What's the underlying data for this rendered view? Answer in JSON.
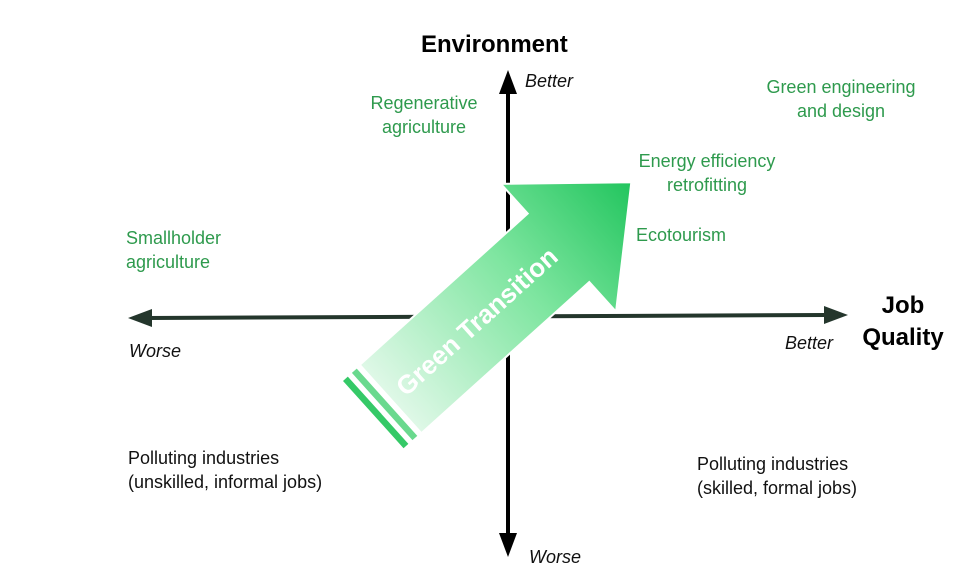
{
  "axes": {
    "vertical_title": "Environment",
    "horizontal_title_line1": "Job",
    "horizontal_title_line2": "Quality",
    "vertical_top": "Better",
    "vertical_bottom": "Worse",
    "horizontal_left": "Worse",
    "horizontal_right": "Better"
  },
  "arrow_label": "Green Transition",
  "items": {
    "regen_line1": "Regenerative",
    "regen_line2": "agriculture",
    "green_eng_line1": "Green engineering",
    "green_eng_line2": "and design",
    "energy_line1": "Energy efficiency",
    "energy_line2": "retrofitting",
    "ecotourism": "Ecotourism",
    "smallholder_line1": "Smallholder",
    "smallholder_line2": "agriculture",
    "poll_unskilled_line1": "Polluting industries",
    "poll_unskilled_line2": "(unskilled, informal jobs)",
    "poll_skilled_line1": "Polluting industries",
    "poll_skilled_line2": "(skilled, formal jobs)"
  },
  "colors": {
    "green_text": "#2e9a4d",
    "arrow_light": "#d8f7e2",
    "arrow_dark": "#1fc45c",
    "axis": "#000000"
  }
}
